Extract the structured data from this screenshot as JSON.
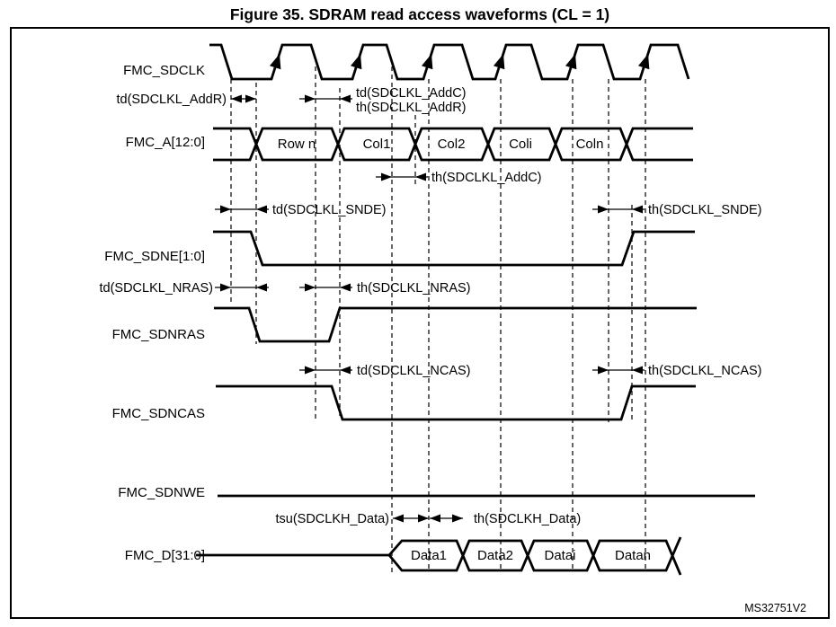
{
  "figure": {
    "title": "Figure 35. SDRAM read access waveforms (CL = 1)",
    "watermark": "MS32751V2"
  },
  "signals": {
    "sdclk": {
      "label": "FMC_SDCLK"
    },
    "addr": {
      "label": "FMC_A[12:0]",
      "values": [
        "Row n",
        "Col1",
        "Col2",
        "Coli",
        "Coln"
      ]
    },
    "sdne": {
      "label": "FMC_SDNE[1:0]"
    },
    "sdnras": {
      "label": "FMC_SDNRAS"
    },
    "sdncas": {
      "label": "FMC_SDNCAS"
    },
    "sdnwe": {
      "label": "FMC_SDNWE"
    },
    "data": {
      "label": "FMC_D[31:0]",
      "values": [
        "Data1",
        "Data2",
        "Datai",
        "Datan"
      ]
    }
  },
  "timings": {
    "td_addr": "td(SDCLKL_AddR)",
    "td_addc": "td(SDCLKL_AddC)",
    "th_addr": "th(SDCLKL_AddR)",
    "th_addc": "th(SDCLKL_AddC)",
    "td_snde": "td(SDCLKL_SNDE)",
    "th_snde": "th(SDCLKL_SNDE)",
    "td_nras": "td(SDCLKL_NRAS)",
    "th_nras": "th(SDCLKL_NRAS)",
    "td_ncas": "td(SDCLKL_NCAS)",
    "th_ncas": "th(SDCLKL_NCAS)",
    "tsu_data": "tsu(SDCLKH_Data)",
    "th_data": "th(SDCLKH_Data)"
  },
  "colors": {
    "ink": "#000000",
    "background": "#ffffff"
  }
}
